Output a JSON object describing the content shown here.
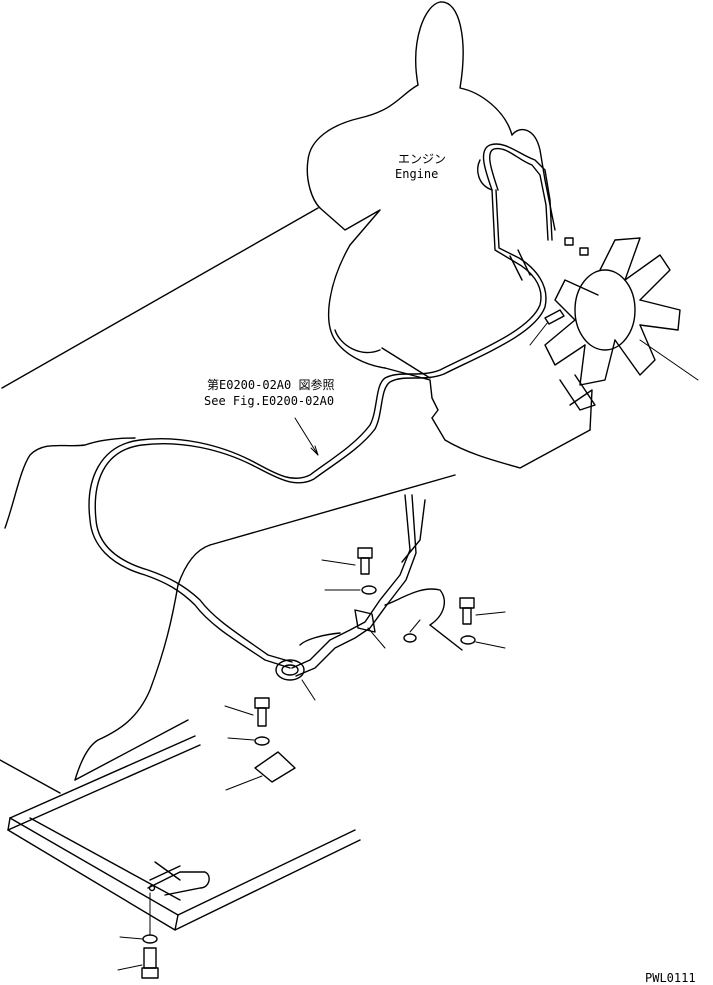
{
  "labels": {
    "engine_jp": "エンジン",
    "engine_en": "Engine",
    "ref_jp": "第E0200-02A0 図参照",
    "ref_en": "See Fig.E0200-02A0",
    "drawing_code": "PWL0111"
  }
}
